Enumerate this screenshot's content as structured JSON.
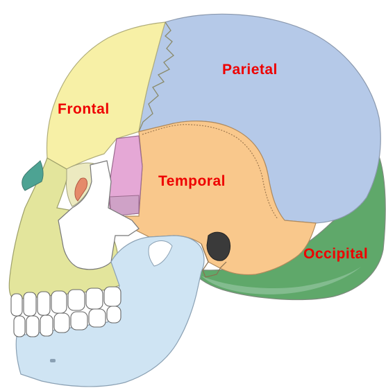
{
  "diagram": {
    "labels": {
      "parietal": "Parietal",
      "frontal": "Frontal",
      "temporal": "Temporal",
      "occipital": "Occipital"
    },
    "label_color": "#ee0000",
    "bone_colors": {
      "parietal": "#b5c9e8",
      "frontal": "#f7f0a6",
      "temporal": "#f9c88c",
      "occipital": "#5fa86a",
      "sphenoid": "#e5a8d6",
      "zygomatic": "#ffffff",
      "mandible": "#cfe4f3",
      "maxilla": "#e3e59c",
      "nasal": "#4da393",
      "lacrimal": "#e58a6a"
    }
  }
}
